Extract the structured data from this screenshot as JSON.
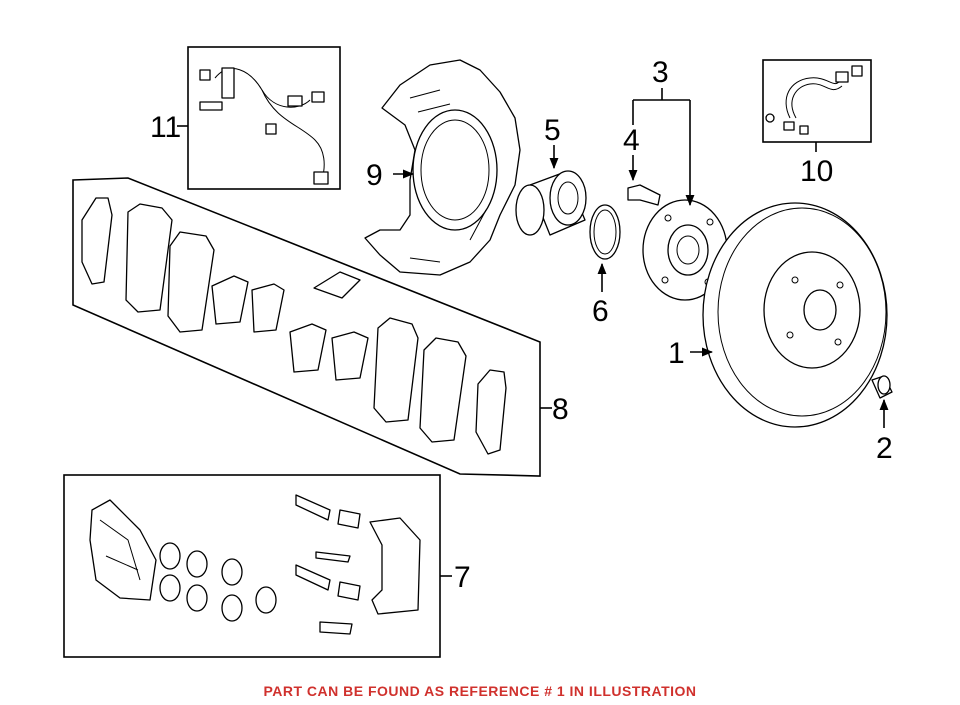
{
  "callouts": [
    {
      "id": "1",
      "label": "1"
    },
    {
      "id": "2",
      "label": "2"
    },
    {
      "id": "3",
      "label": "3"
    },
    {
      "id": "4",
      "label": "4"
    },
    {
      "id": "5",
      "label": "5"
    },
    {
      "id": "6",
      "label": "6"
    },
    {
      "id": "7",
      "label": "7"
    },
    {
      "id": "8",
      "label": "8"
    },
    {
      "id": "9",
      "label": "9"
    },
    {
      "id": "10",
      "label": "10"
    },
    {
      "id": "11",
      "label": "11"
    }
  ],
  "footer": {
    "text": "PART CAN BE FOUND AS REFERENCE # 1 IN ILLUSTRATION",
    "color": "#d0312d"
  }
}
